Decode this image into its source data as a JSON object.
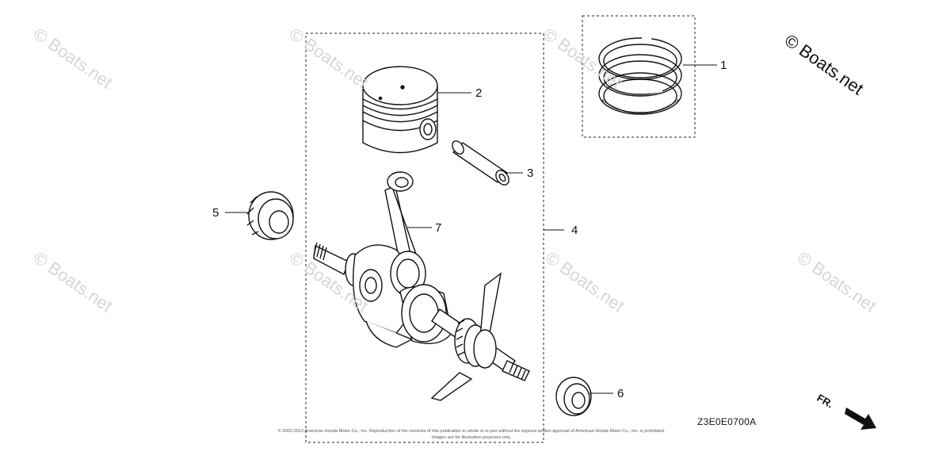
{
  "watermark": {
    "main": "© Boats.net",
    "repeat": "© Boats.net"
  },
  "callouts": {
    "c1": "1",
    "c2": "2",
    "c3": "3",
    "c4": "4",
    "c5": "5",
    "c6": "6",
    "c7": "7"
  },
  "diagram_code": "Z3E0E0700A",
  "direction_label": "FR.",
  "copyright_line1": "© 2002-2012 American Honda Motor Co., Inc. Reproduction of the contents of this publication in whole or in part without the express written approval of American Honda Motor Co., Inc. is prohibited.",
  "copyright_line2": "Images are for illustration purposes only."
}
